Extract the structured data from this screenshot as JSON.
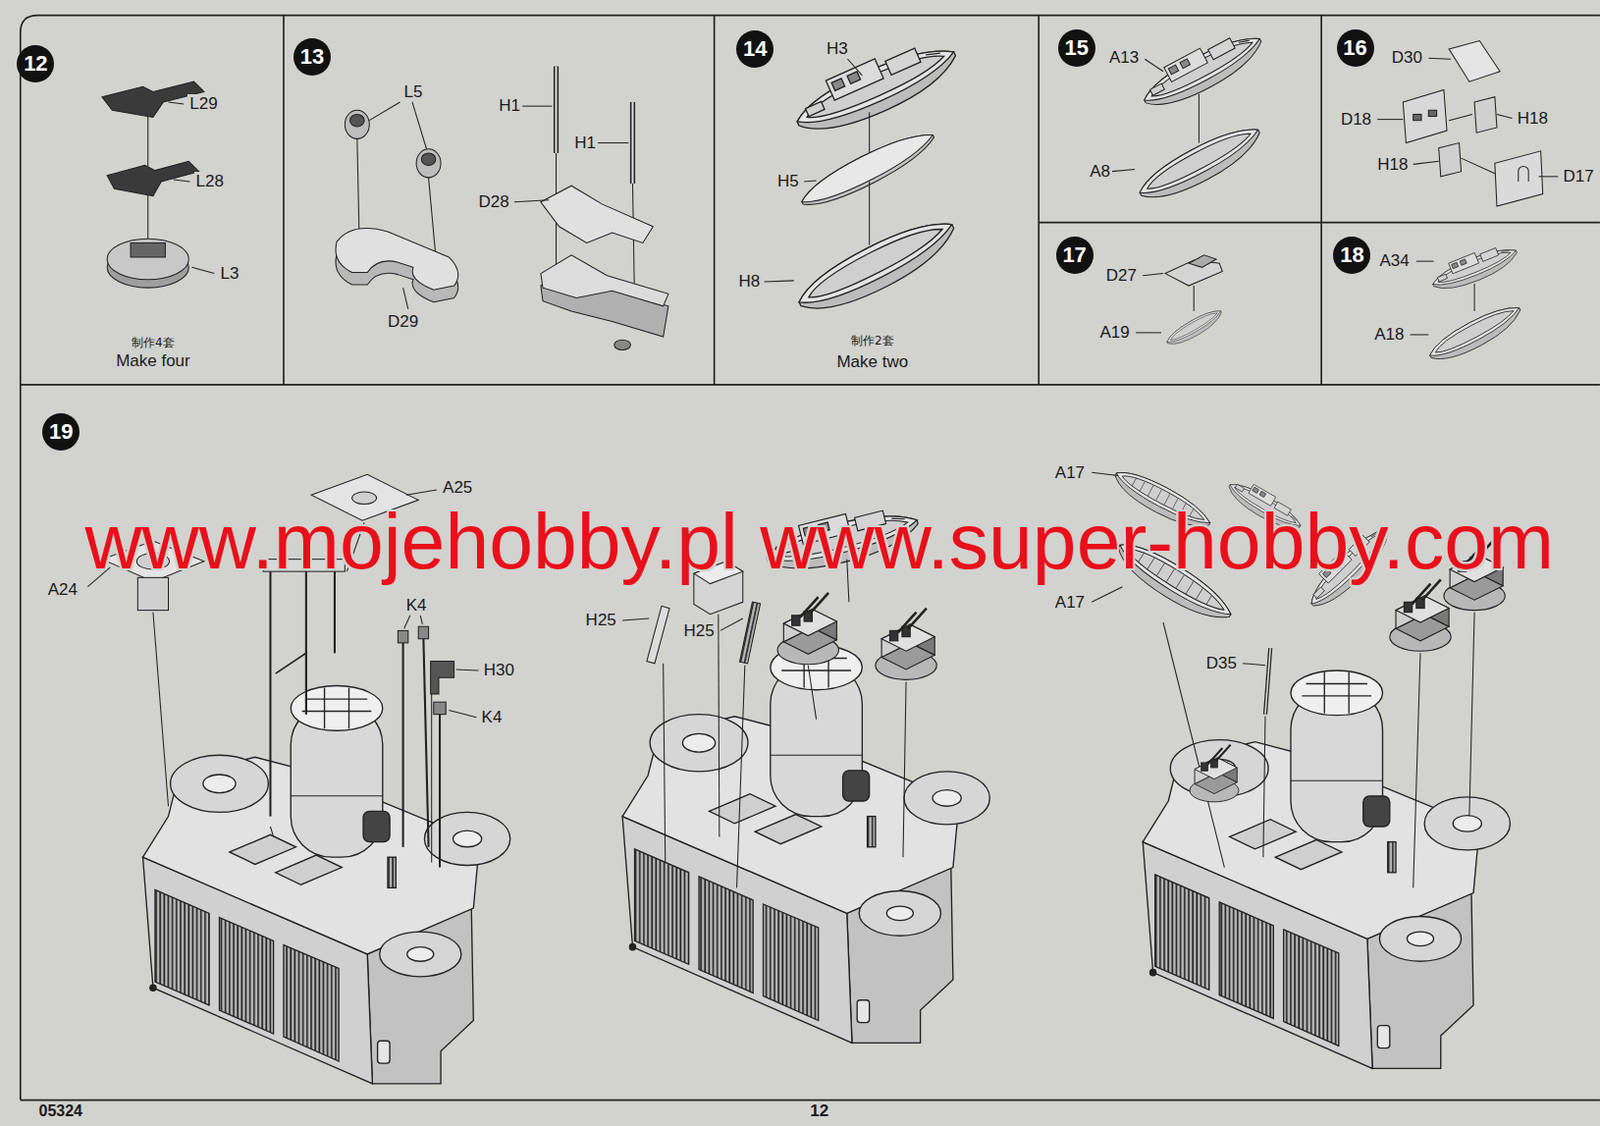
{
  "diagram": {
    "nodes": [
      {
        "text": [
          "12"
        ]
      },
      {
        "text": [
          "13"
        ]
      },
      {
        "text": [
          "14"
        ]
      },
      {
        "text": [
          "15"
        ]
      },
      {
        "text": [
          "16"
        ]
      },
      {
        "text": [
          "17"
        ]
      },
      {
        "text": [
          "18"
        ]
      },
      {
        "text": [
          "19"
        ]
      }
    ],
    "labels": [
      "L29",
      "L28",
      "L3",
      "制作4套",
      "Make four",
      "L5",
      "H1",
      "H1",
      "D28",
      "D29",
      "H3",
      "H5",
      "H8",
      "制作2套",
      "Make two",
      "A13",
      "A8",
      "D30",
      "D18",
      "H18",
      "H18",
      "D17",
      "D27",
      "A19",
      "A34",
      "A18",
      "A25",
      "A24",
      "K4",
      "H30",
      "K4",
      "H25",
      "H25",
      "A17",
      "A17",
      "D35",
      "www.mojehobby.pl www.super-hobby.com",
      "05324",
      "12"
    ]
  }
}
